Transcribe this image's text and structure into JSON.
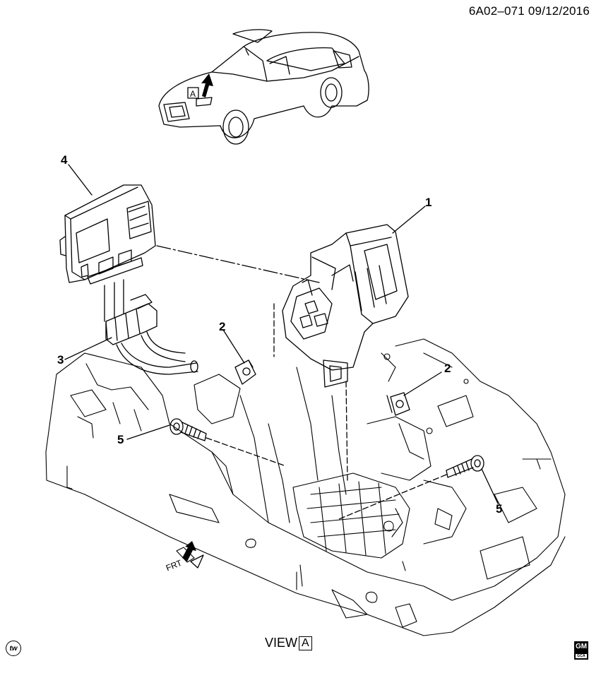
{
  "header": {
    "code": "6A02–071",
    "date": "09/12/2016"
  },
  "callouts": {
    "c1": "1",
    "c2a": "2",
    "c2b": "2",
    "c3": "3",
    "c4": "4",
    "c5a": "5",
    "c5b": "5"
  },
  "view": {
    "text": "VIEW",
    "letter": "A"
  },
  "car_marker": "A",
  "front_marker": "FRT",
  "logos": {
    "tw": "tw",
    "gm": "GM",
    "gm_sub": "GCA"
  }
}
